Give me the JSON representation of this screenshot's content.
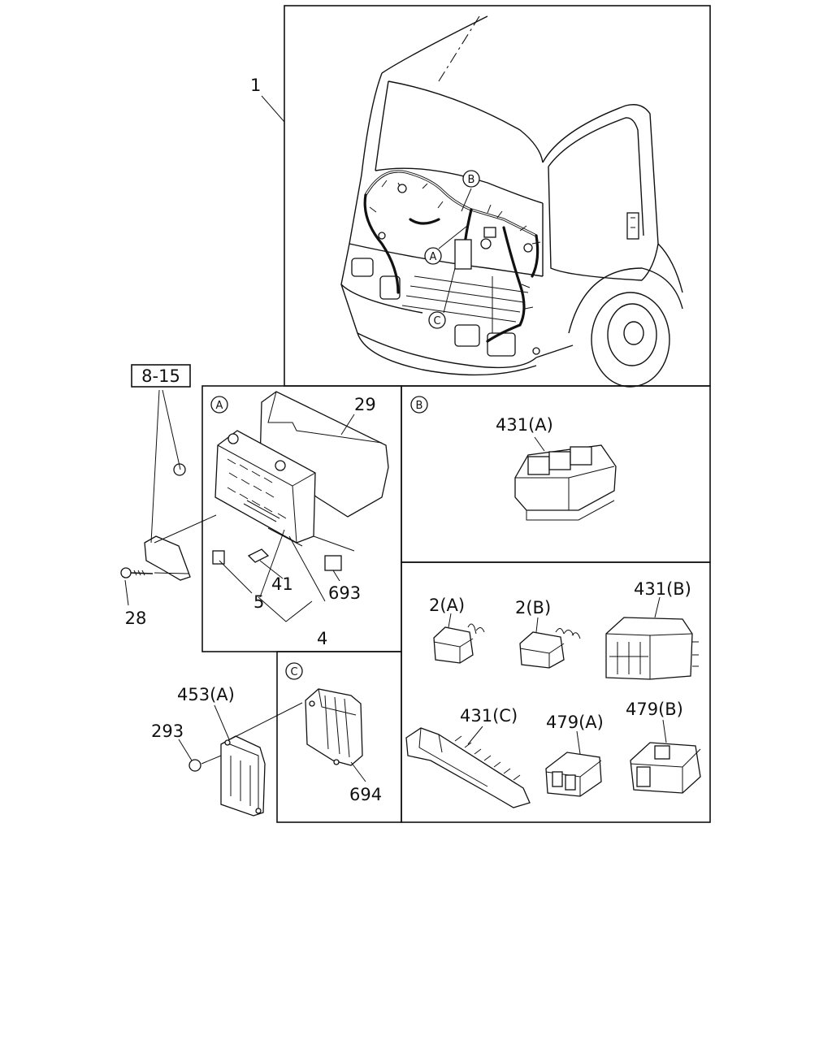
{
  "callouts": {
    "c1": "1",
    "c8_15": "8-15",
    "c28": "28",
    "c29": "29",
    "c41": "41",
    "c5": "5",
    "c4": "4",
    "c693": "693",
    "c431A": "431(A)",
    "c2A": "2(A)",
    "c2B": "2(B)",
    "c431B": "431(B)",
    "c431C": "431(C)",
    "c479A": "479(A)",
    "c479B": "479(B)",
    "c453A": "453(A)",
    "c293": "293",
    "c694": "694"
  },
  "detail_markers": {
    "A": "A",
    "B": "B",
    "C": "C"
  }
}
